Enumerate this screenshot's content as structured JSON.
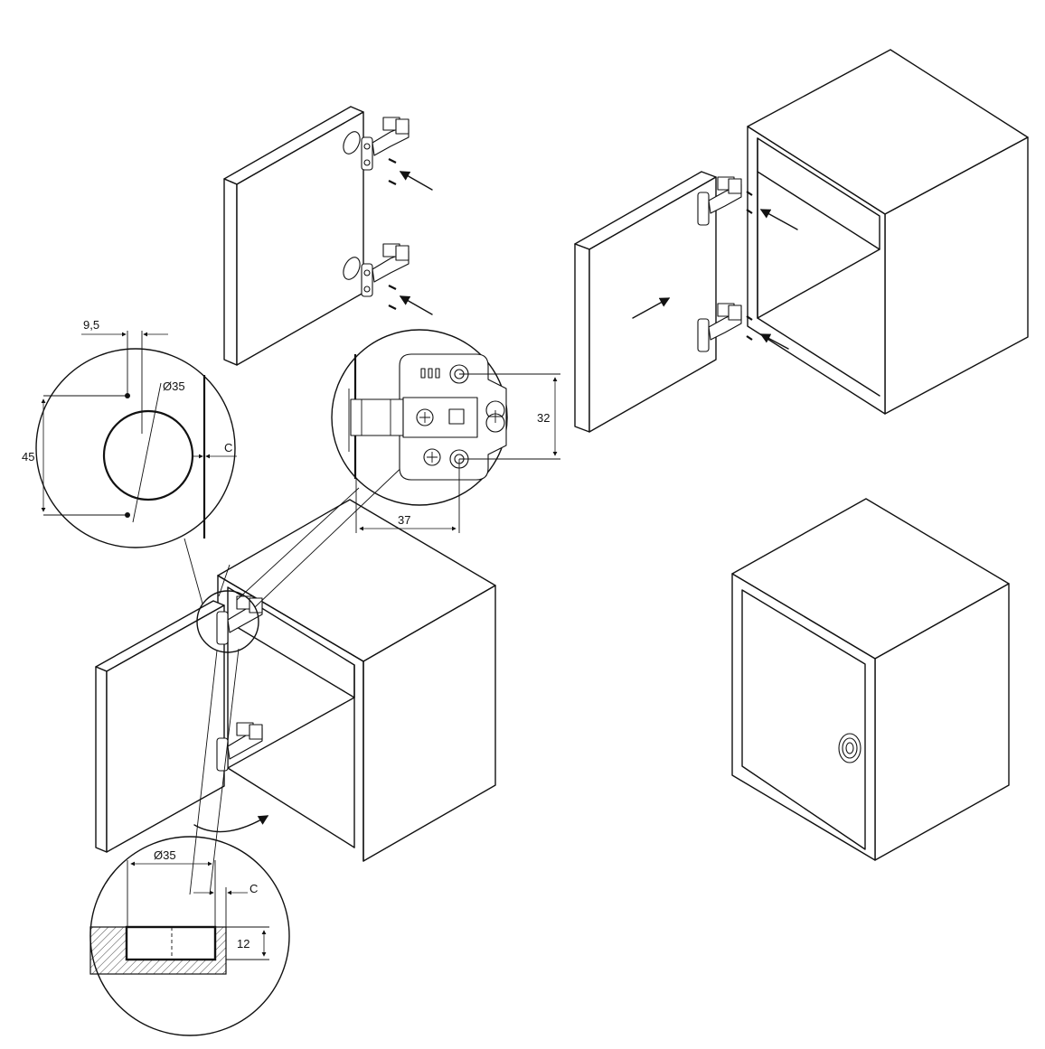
{
  "labels": {
    "offset_9_5": "9,5",
    "hole_dia_top": "Ø35",
    "clearance_c_top": "C",
    "hole_spacing_45": "45",
    "plate_spacing_32": "32",
    "plate_offset_37": "37",
    "hole_dia_bottom": "Ø35",
    "clearance_c_bottom": "C",
    "cup_depth_12": "12"
  },
  "colors": {
    "line": "#111111",
    "background": "#ffffff"
  }
}
